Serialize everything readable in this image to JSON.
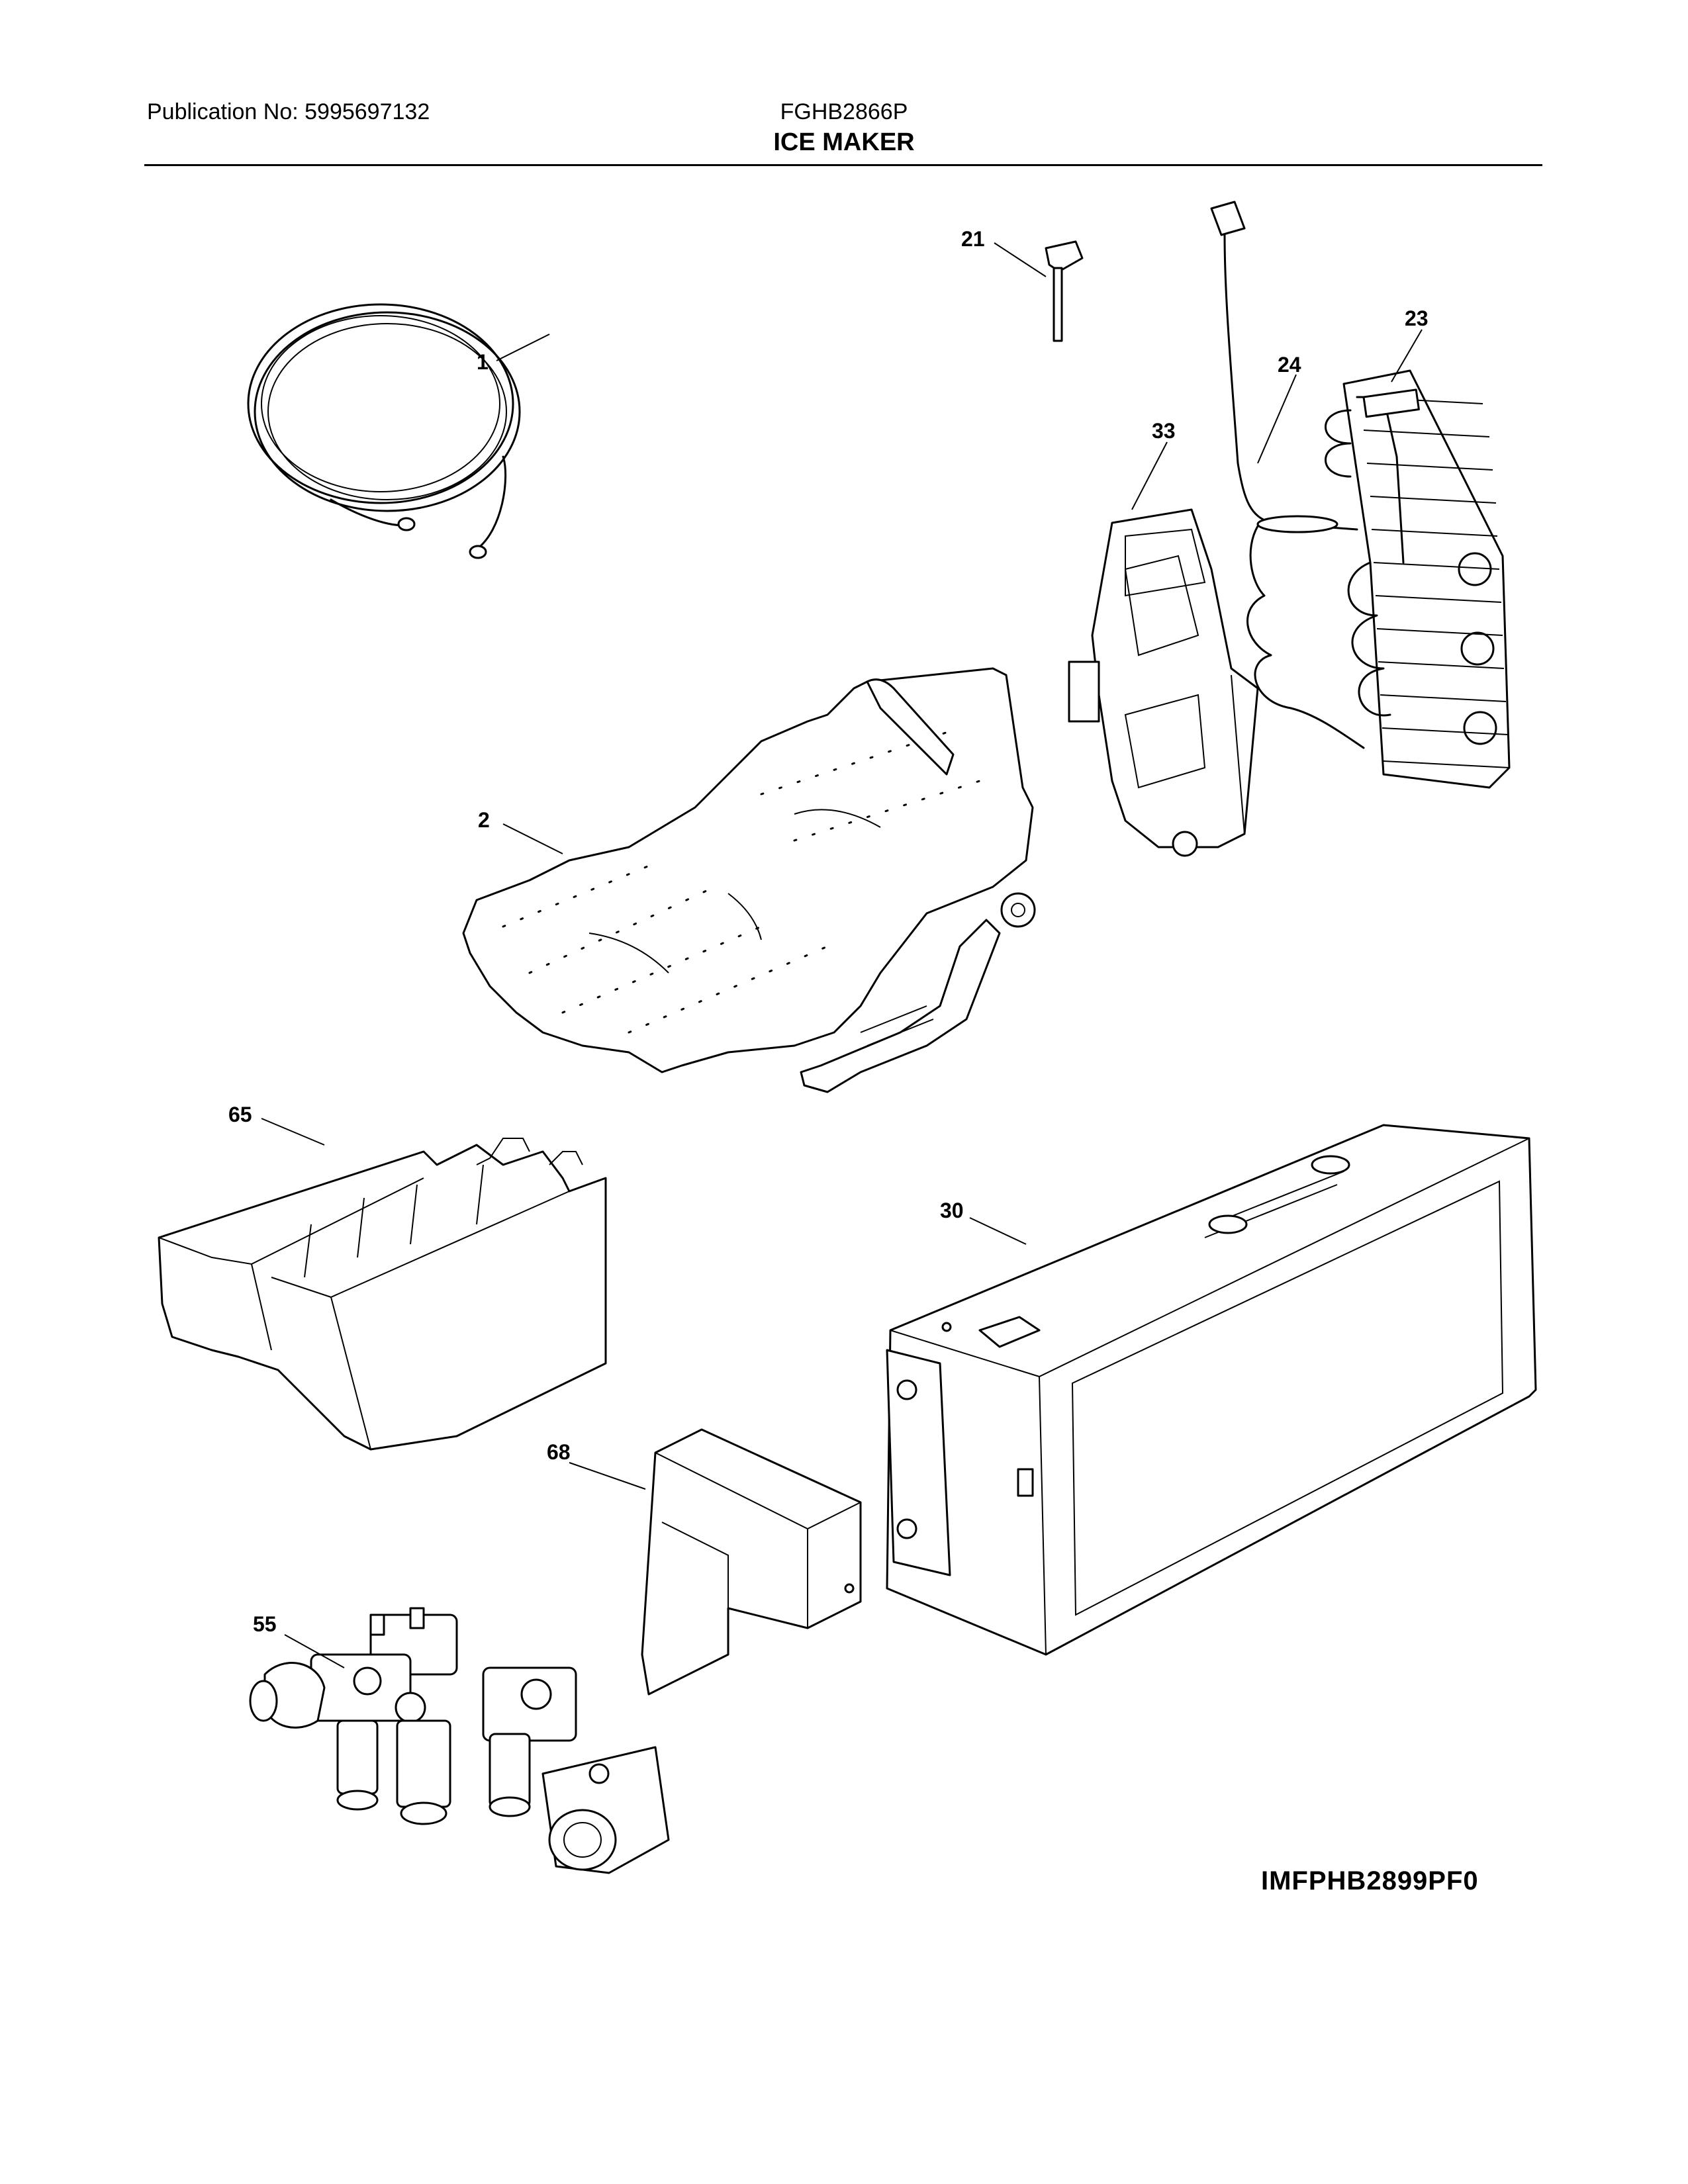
{
  "header": {
    "publication": "Publication No: 5995697132",
    "model": "FGHB2866P",
    "title": "ICE MAKER"
  },
  "drawing_code": "IMFPHB2899PF0",
  "callouts": [
    "1",
    "2",
    "21",
    "23",
    "24",
    "33",
    "65",
    "30",
    "68",
    "55"
  ]
}
